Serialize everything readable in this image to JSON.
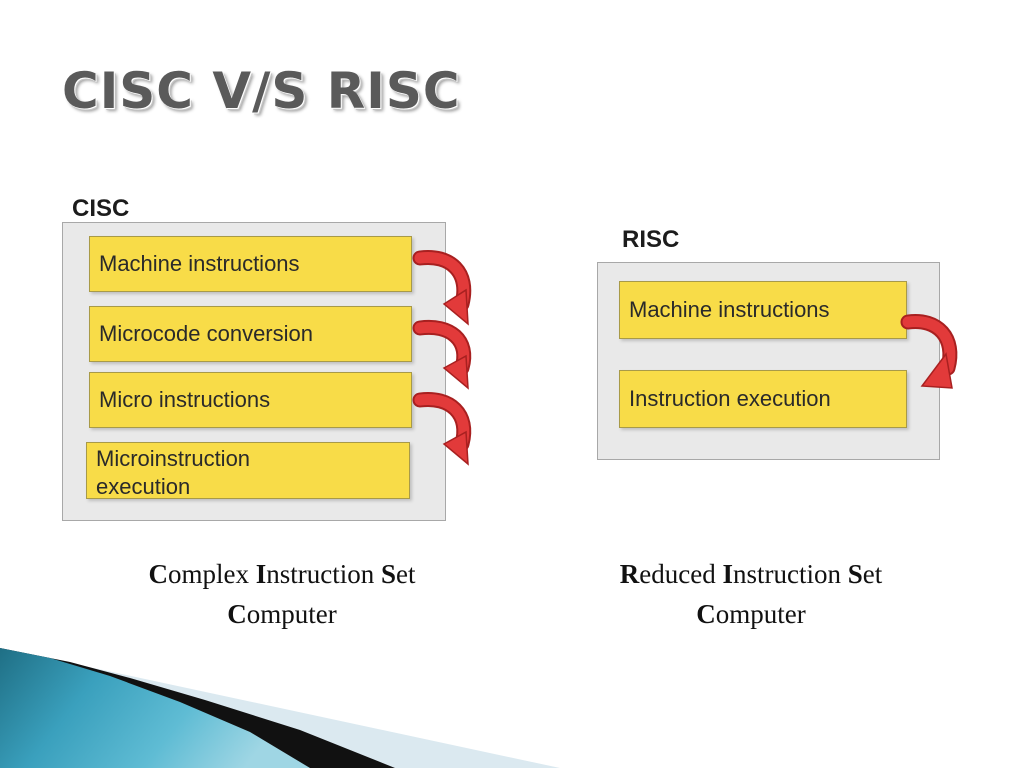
{
  "title": "CISC V/S RISC",
  "cisc": {
    "label": "CISC",
    "steps": [
      "Machine instructions",
      "Microcode conversion",
      "Micro instructions",
      "Microinstruction\nexecution"
    ],
    "caption": [
      {
        "initial": "C",
        "rest": "omplex "
      },
      {
        "initial": "I",
        "rest": "nstruction "
      },
      {
        "initial": "S",
        "rest": "et"
      },
      {
        "initial": "C",
        "rest": "omputer"
      }
    ]
  },
  "risc": {
    "label": "RISC",
    "steps": [
      "Machine instructions",
      "Instruction execution"
    ],
    "caption": [
      {
        "initial": "R",
        "rest": "educed "
      },
      {
        "initial": "I",
        "rest": "nstruction "
      },
      {
        "initial": "S",
        "rest": "et"
      },
      {
        "initial": "C",
        "rest": "omputer"
      }
    ]
  },
  "colors": {
    "step_fill": "#f8dc48",
    "arrow": "#e23a3a",
    "panel": "#e9e9e9"
  }
}
